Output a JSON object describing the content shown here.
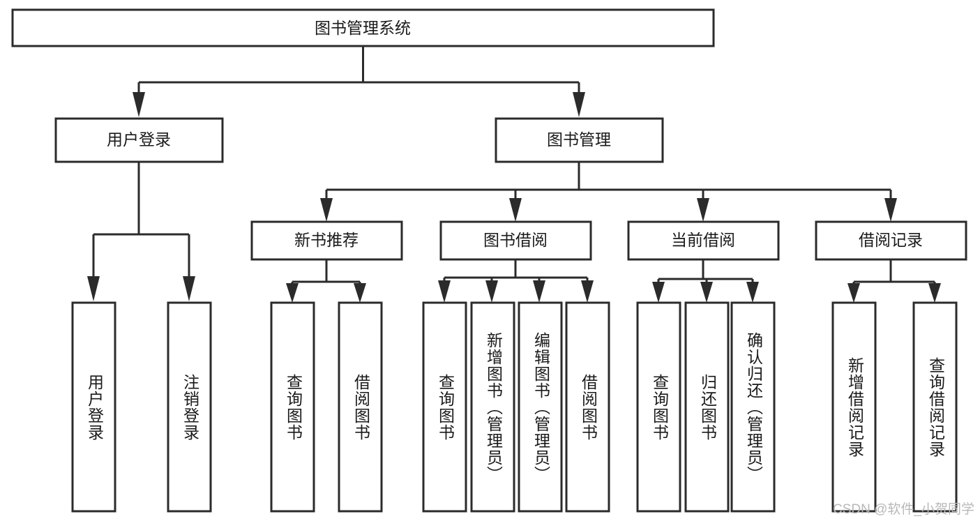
{
  "diagram": {
    "type": "tree-hierarchy",
    "title": "图书管理系统",
    "watermark": "CSDN @软件_小贺同学",
    "colors": {
      "stroke": "#2b2b2b",
      "fill": "#ffffff",
      "text": "#1a1a1a",
      "watermark": "#b8b8b8",
      "background": "#ffffff"
    },
    "root": {
      "label": "图书管理系统"
    },
    "level2": [
      {
        "label": "用户登录"
      },
      {
        "label": "图书管理"
      }
    ],
    "level3": [
      {
        "label": "新书推荐"
      },
      {
        "label": "图书借阅"
      },
      {
        "label": "当前借阅"
      },
      {
        "label": "借阅记录"
      }
    ],
    "leaves": {
      "user_login": [
        {
          "label": "用户登录"
        },
        {
          "label": "注销登录"
        }
      ],
      "new_book_recommend": [
        {
          "label": "查询图书"
        },
        {
          "label": "借阅图书"
        }
      ],
      "book_borrow": [
        {
          "label": "查询图书"
        },
        {
          "label": "新增图书（管理员）"
        },
        {
          "label": "编辑图书（管理员）"
        },
        {
          "label": "借阅图书"
        }
      ],
      "current_borrow": [
        {
          "label": "查询图书"
        },
        {
          "label": "归还图书"
        },
        {
          "label": "确认归还（管理员）"
        }
      ],
      "borrow_record": [
        {
          "label": "新增借阅记录"
        },
        {
          "label": "查询借阅记录"
        }
      ]
    }
  }
}
